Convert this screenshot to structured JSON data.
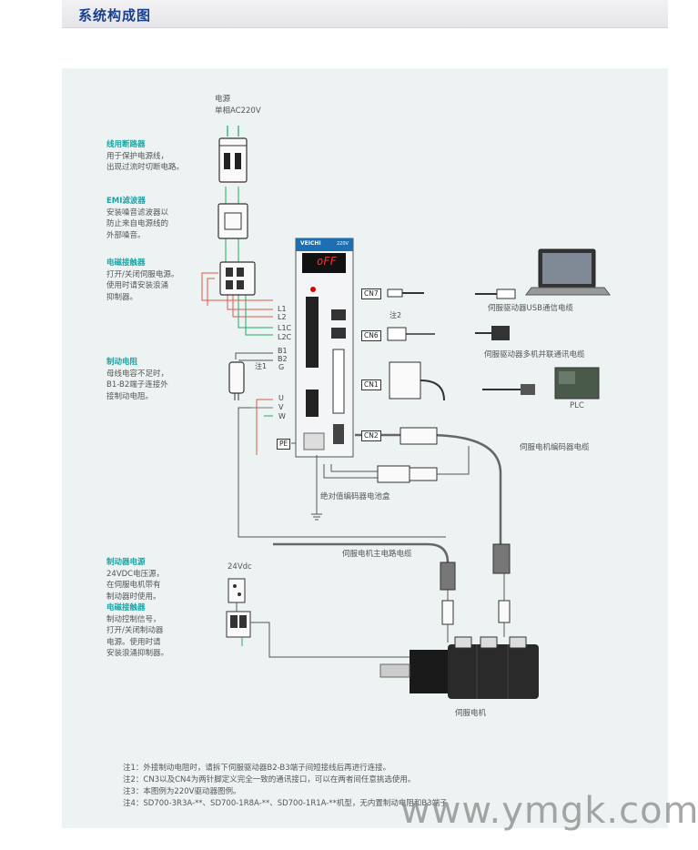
{
  "page_title": "系统构成图",
  "power": {
    "line1": "电源",
    "line2": "单相AC220V"
  },
  "breaker": {
    "title": "线用断路器",
    "desc": [
      "用于保护电源线，",
      "出现过流时切断电路。"
    ]
  },
  "emi": {
    "title": "EMI滤波器",
    "desc": [
      "安装噪音滤波器以",
      "防止来自电源线的",
      "外部噪音。"
    ]
  },
  "contactor": {
    "title": "电磁接触器",
    "desc": [
      "打开/关闭伺服电源。",
      "使用时请安装浪涌",
      "抑制器。"
    ]
  },
  "brake_resistor": {
    "title": "制动电阻",
    "desc": [
      "母线电容不足时，",
      "B1-B2端子连接外",
      "接制动电阻。"
    ]
  },
  "brake_power": {
    "title": "制动器电源",
    "desc": [
      "24VDC电压源，",
      "在伺服电机带有",
      "制动器时使用。"
    ]
  },
  "brake_contactor": {
    "title": "电磁接触器",
    "desc": [
      "制动控制信号，",
      "打开/关闭制动器",
      "电源。使用时请",
      "安装浪涌抑制器。"
    ]
  },
  "vdc_label": "24Vdc",
  "drive": {
    "brand": "VEICHI",
    "voltage": "220V",
    "display": "oFF"
  },
  "terminals": {
    "l1": "L1",
    "l2": "L2",
    "l1c": "L1C",
    "l2c": "L2C",
    "b1": "B1",
    "b2": "B2",
    "g": "G",
    "u": "U",
    "v": "V",
    "w": "W",
    "pe": "PE"
  },
  "ports": {
    "cn7": "CN7",
    "cn6": "CN6",
    "cn1": "CN1",
    "cn2": "CN2"
  },
  "note1_tag": "注1",
  "note2_tag": "注2",
  "cables": {
    "usb": "伺服驱动器USB通信电缆",
    "multi": "伺服驱动器多机并联通讯电缆",
    "plc": "PLC",
    "encoder": "伺服电机编码器电缆",
    "battery": "绝对值编码器电池盒",
    "main": "伺服电机主电路电缆",
    "motor": "伺服电机"
  },
  "notes": [
    "注1：外接制动电阻时，请拆下伺服驱动器B2-B3端子间短接线后再进行连接。",
    "注2：CN3以及CN4为两针脚定义完全一致的通讯接口，可以在两者间任意挑选使用。",
    "注3：本图例为220V驱动器图例。",
    "注4：SD700-3R3A-**、SD700-1R8A-**、SD700-1R1A-**机型，无内置制动电阻和B3端子"
  ],
  "watermark": "www.ymgk.com",
  "colors": {
    "accent": "#1aa5a5",
    "title": "#1a3f8c",
    "panel": "#edf2f3",
    "green_wire": "#22aa66",
    "red_wire": "#e05a4a"
  }
}
